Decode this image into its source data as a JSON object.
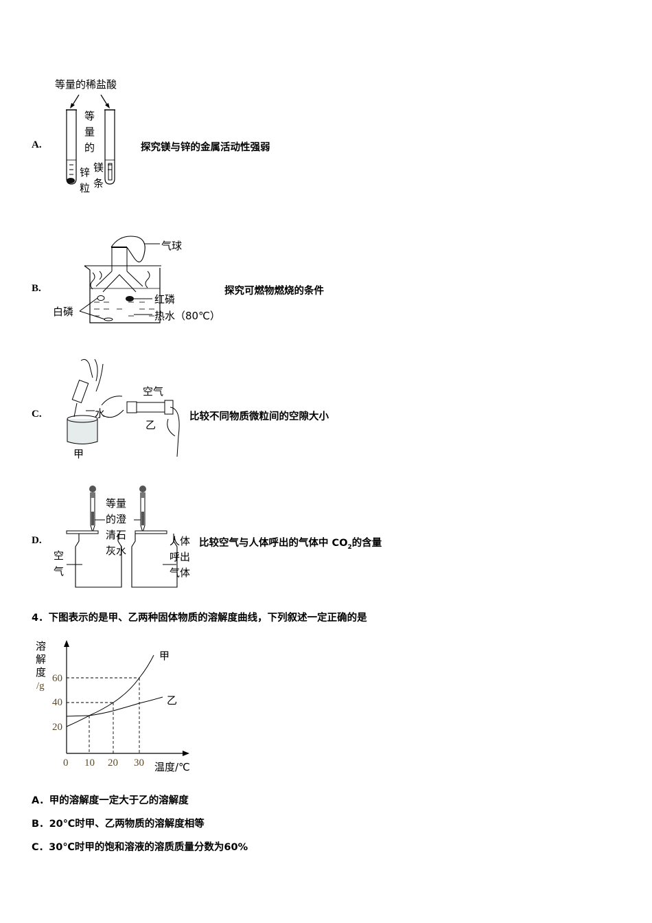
{
  "options_prev": [
    {
      "letter": "A.",
      "description": "探究镁与锌的金属活动性强弱",
      "figure_labels": {
        "acid": "等量的稀盐酸",
        "equal_amount": [
          "等",
          "量",
          "的"
        ],
        "zinc": [
          "锌",
          "粒"
        ],
        "magnesium": [
          "镁",
          "条"
        ]
      }
    },
    {
      "letter": "B.",
      "description": "探究可燃物燃烧的条件",
      "figure_labels": {
        "balloon": "气球",
        "red_phosphorus": "红磷",
        "white_phosphorus": "白磷",
        "hot_water": "热水（80℃）"
      }
    },
    {
      "letter": "C.",
      "description": "比较不同物质微粒间的空隙大小",
      "figure_labels": {
        "water": "水",
        "air": "空气",
        "jia": "甲",
        "yi": "乙"
      }
    },
    {
      "letter": "D.",
      "description_pre": "比较空气与人体呼出的气体中 CO",
      "description_sub": "2",
      "description_post": "的含量",
      "figure_labels": {
        "limewater": [
          "等量",
          "的澄",
          "清石",
          "灰水"
        ],
        "air": [
          "空",
          "气"
        ],
        "exhaled": [
          "人体",
          "呼出",
          "气体"
        ]
      }
    }
  ],
  "question4": {
    "title": "4．下图表示的是甲、乙两种固体物质的溶解度曲线，下列叙述一定正确的是",
    "answers": [
      {
        "letter": "A．",
        "text": "甲的溶解度一定大于乙的溶解度"
      },
      {
        "letter": "B．",
        "text": "20℃时甲、乙两物质的溶解度相等"
      },
      {
        "letter": "C．",
        "text": "30℃时甲的饱和溶液的溶质质量分数为60%"
      }
    ]
  },
  "chart_data": {
    "type": "line",
    "title": "",
    "xlabel": "温度/℃",
    "ylabel": "溶解度/g",
    "ylabel_chars": [
      "溶",
      "解",
      "度",
      "/g"
    ],
    "x_ticks": [
      "0",
      "10",
      "20",
      "30"
    ],
    "y_ticks": [
      "20",
      "40",
      "60"
    ],
    "xlim": [
      0,
      38
    ],
    "ylim": [
      0,
      80
    ],
    "grid": false,
    "reference_lines": [
      {
        "type": "dashed",
        "x": 10,
        "y": 28
      },
      {
        "type": "dashed",
        "x": 20,
        "y": 40
      },
      {
        "type": "dashed",
        "x": 30,
        "y": 60
      }
    ],
    "series": [
      {
        "name": "甲",
        "x": [
          0,
          10,
          20,
          30,
          35
        ],
        "y": [
          20,
          28,
          40,
          60,
          78
        ]
      },
      {
        "name": "乙",
        "x": [
          0,
          10,
          20,
          30,
          38
        ],
        "y": [
          28,
          28,
          32,
          37,
          42
        ]
      }
    ]
  }
}
